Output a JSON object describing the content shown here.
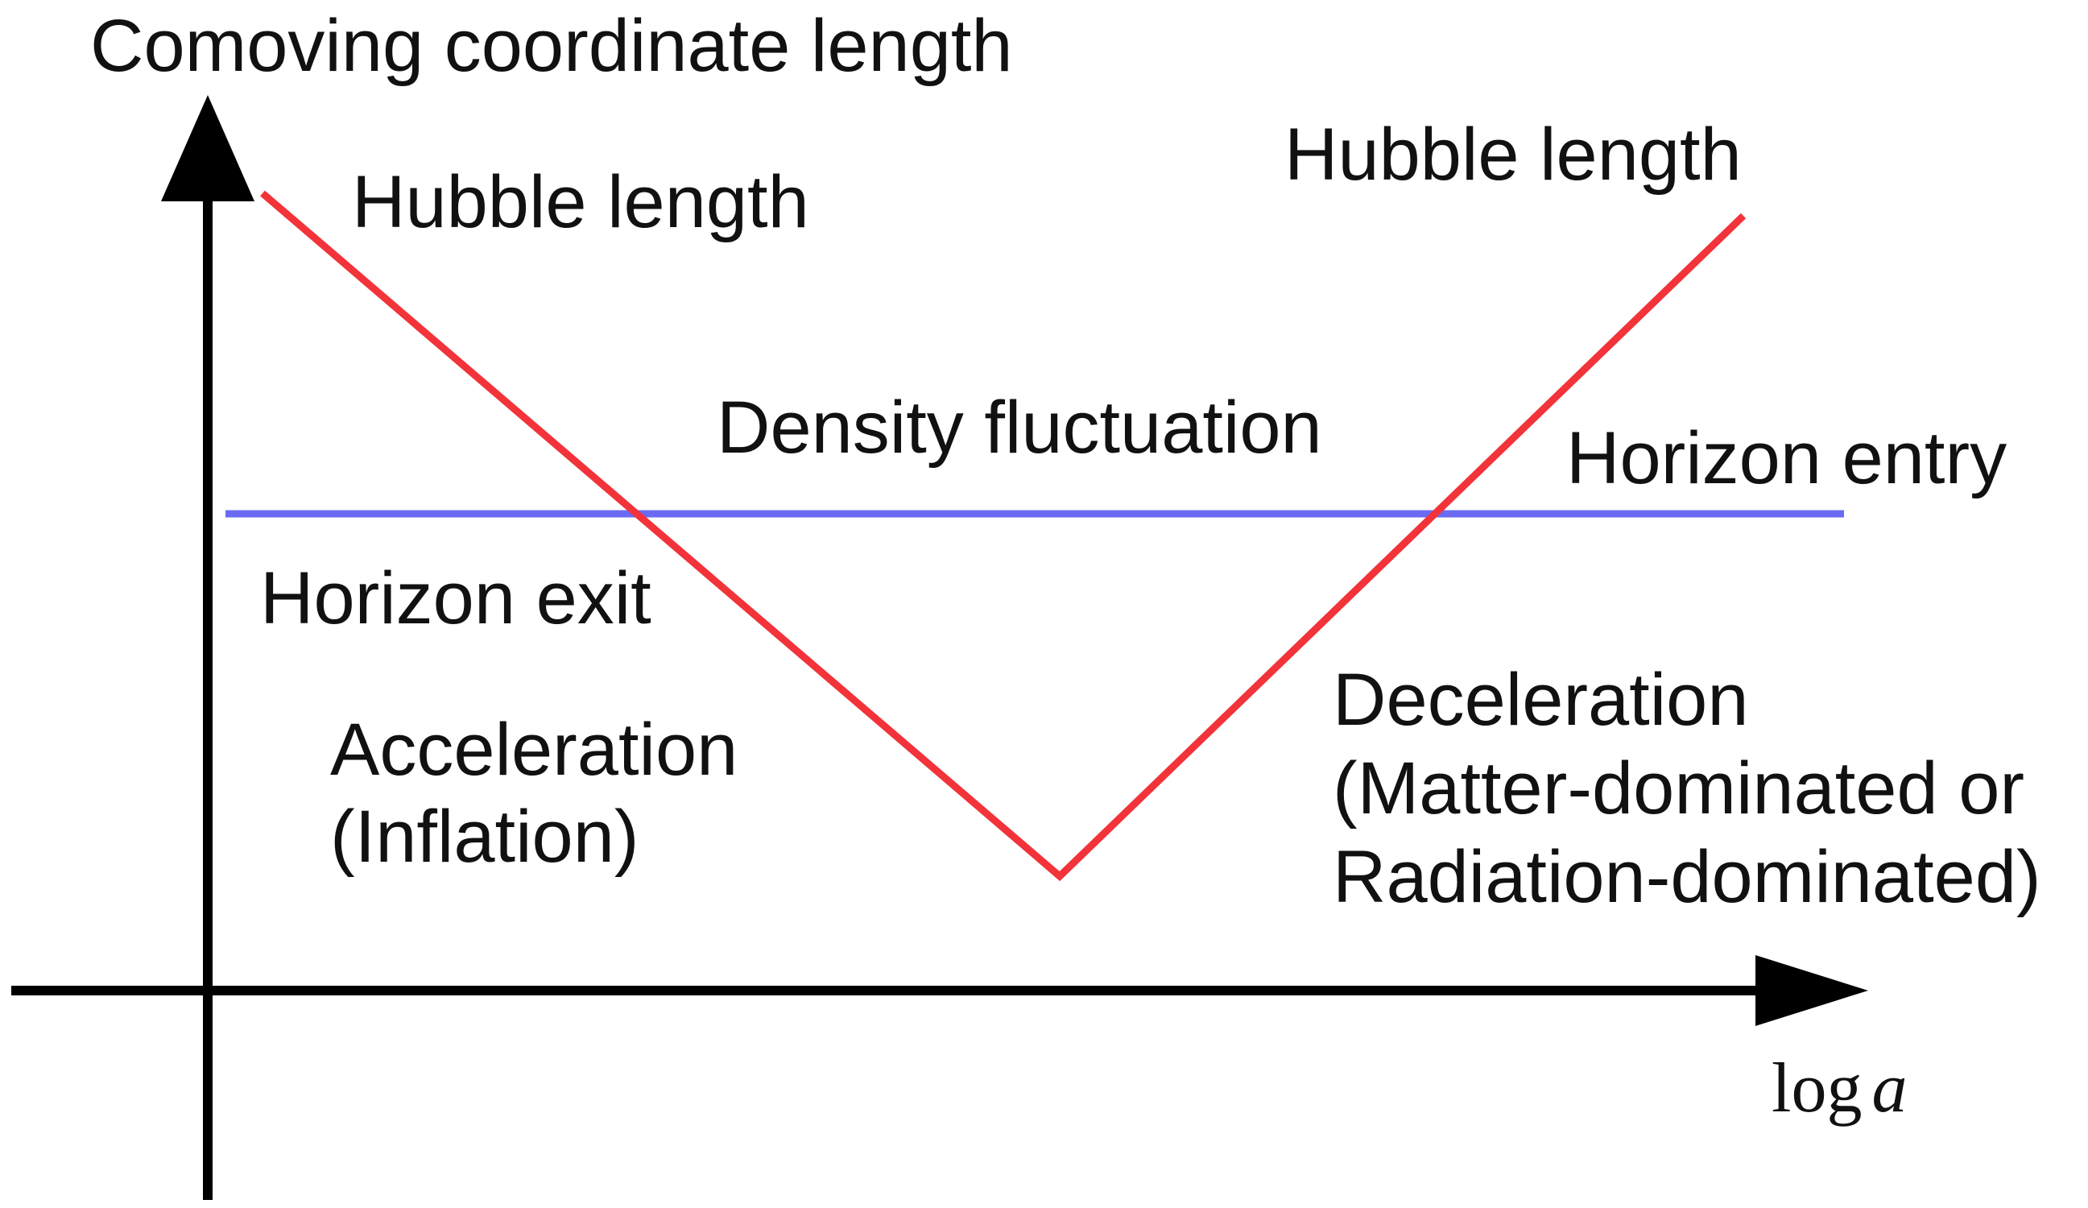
{
  "diagram": {
    "y_axis_label": "Comoving coordinate length",
    "x_axis_label_log": "log",
    "x_axis_label_var": "a",
    "hubble_left": "Hubble length",
    "hubble_right": "Hubble length",
    "density_fluctuation": "Density fluctuation",
    "horizon_entry": "Horizon entry",
    "horizon_exit": "Horizon exit",
    "acceleration_line1": "Acceleration",
    "acceleration_line2": "(Inflation)",
    "deceleration_line1": "Deceleration",
    "deceleration_line2": "(Matter-dominated or",
    "deceleration_line3": "Radiation-dominated)"
  },
  "colors": {
    "hubble_line": "#f2333a",
    "fluctuation_line": "#6a6af2",
    "axis": "#000000",
    "text": "#111111"
  }
}
